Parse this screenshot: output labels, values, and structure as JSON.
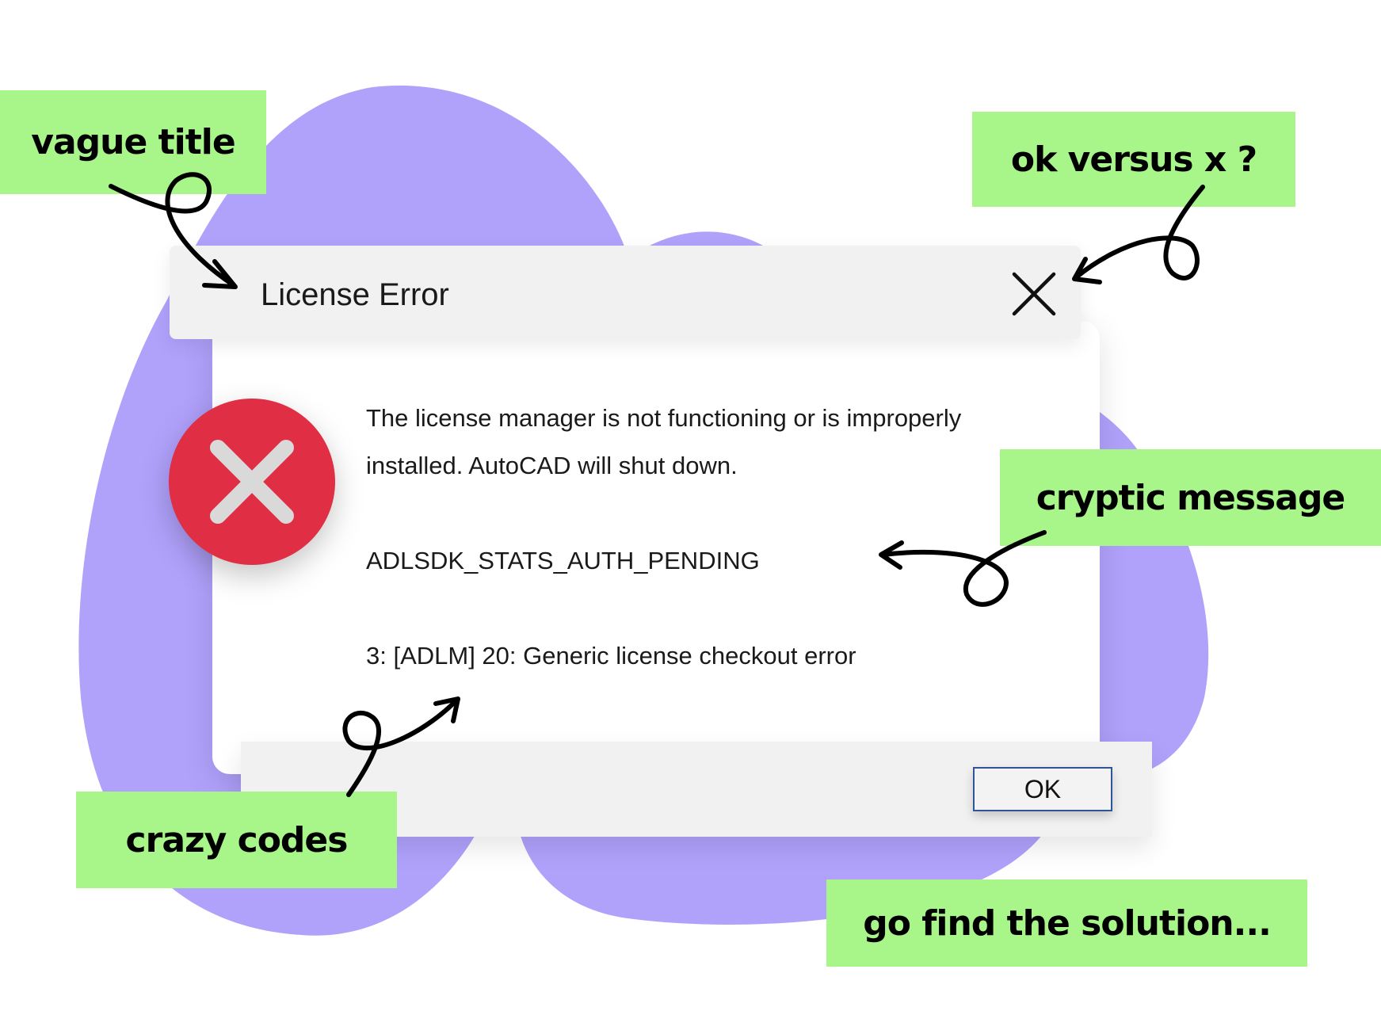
{
  "dialog": {
    "title": "License Error",
    "message_line1": "The license manager is not functioning or is improperly",
    "message_line2": "installed. AutoCAD will shut down.",
    "status_code": "ADLSDK_STATS_AUTH_PENDING",
    "error_detail": "3: [ADLM] 20: Generic license checkout error",
    "ok_label": "OK",
    "icons": {
      "close": "close-icon",
      "error": "error-circle-icon"
    }
  },
  "annotations": {
    "vague_title": "vague title",
    "ok_versus_x": "ok versus x ?",
    "cryptic_message": "cryptic message",
    "crazy_codes": "crazy codes",
    "go_find_solution": "go find the solution..."
  },
  "colors": {
    "blob": "#b0a1fb",
    "note_background": "#a8f58a",
    "error_red": "#e02e45",
    "ok_border": "#2f5597",
    "dialog_gray": "#f1f1f1"
  }
}
